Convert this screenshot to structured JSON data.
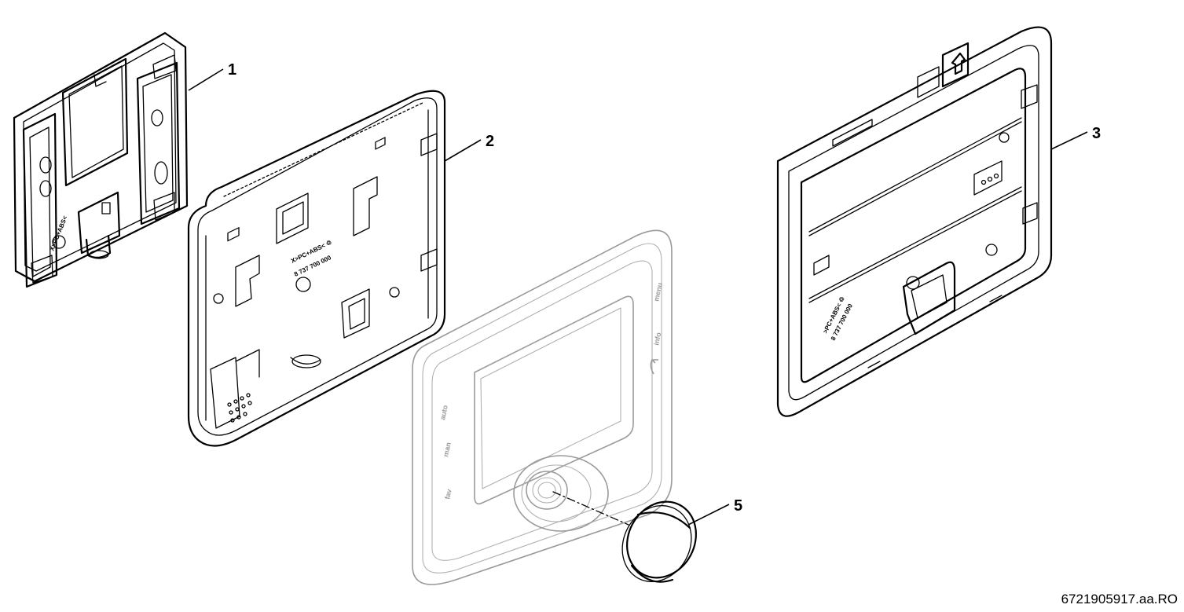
{
  "callouts": {
    "c1": "1",
    "c2": "2",
    "c3": "3",
    "c5": "5"
  },
  "document_id": "6721905917.aa.RO"
}
